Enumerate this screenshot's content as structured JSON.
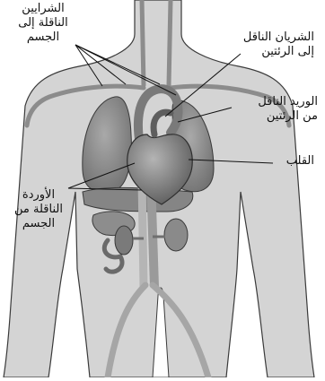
{
  "labels": {
    "arteries_to_body": [
      "الشرايين",
      "الناقلة إلى",
      "الجسم"
    ],
    "pulmonary_artery": [
      "الشريان الناقل",
      "إلى الرئتين"
    ],
    "pulmonary_vein": [
      "الوريد الناقل",
      "من الرئتين"
    ],
    "heart": [
      "القلب"
    ],
    "veins_from_body": [
      "الأوردة",
      "الناقلة من",
      "الجسم"
    ]
  },
  "colors": {
    "skin": "#d4d4d4",
    "outline": "#3a3a3a",
    "organ": "#9a9a9a",
    "organ_dark": "#6d6d6d",
    "vessel": "#b8b8b8",
    "leader": "#111111"
  }
}
